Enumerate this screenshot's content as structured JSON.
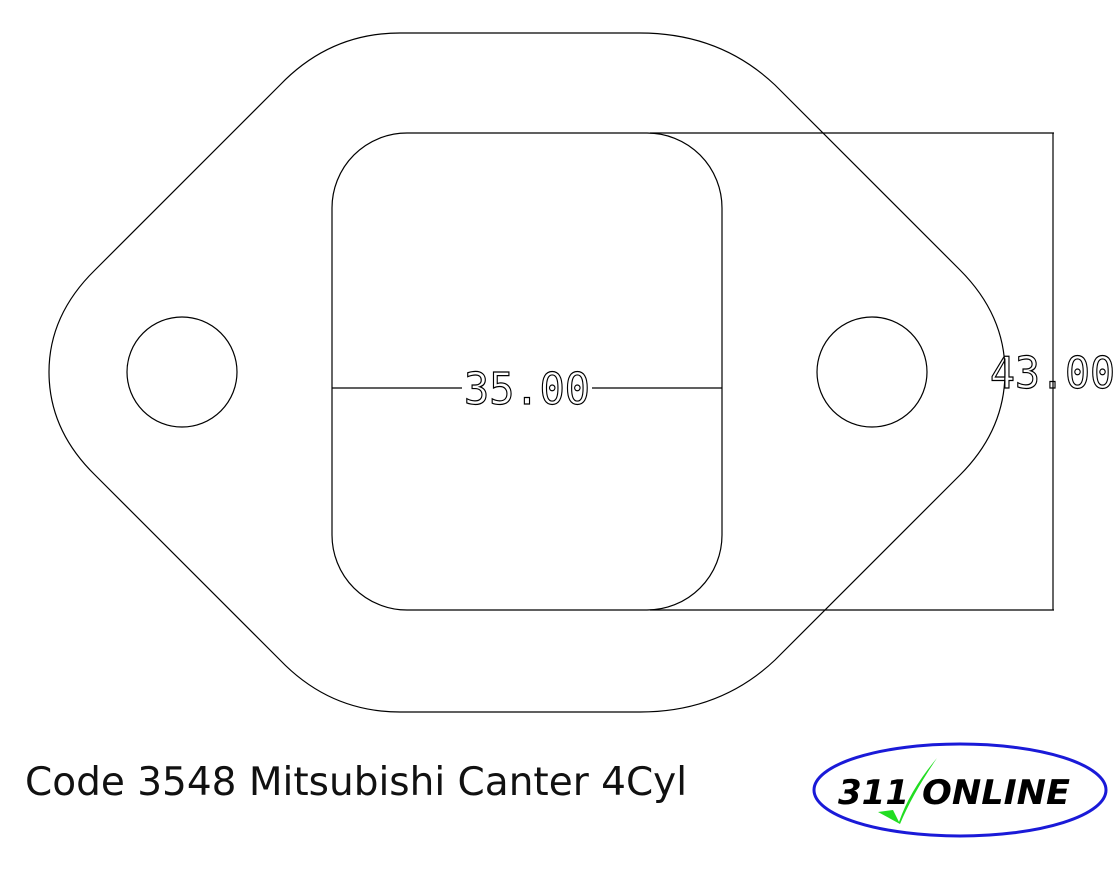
{
  "drawing": {
    "width_dimension": "35.00",
    "height_dimension": "43.00",
    "caption": "Code 3548 Mitsubishi Canter 4Cyl"
  },
  "logo": {
    "text_left": "311",
    "text_right": "ONLINE",
    "ellipse_color": "#1a1ad8",
    "check_color": "#22dd22"
  }
}
